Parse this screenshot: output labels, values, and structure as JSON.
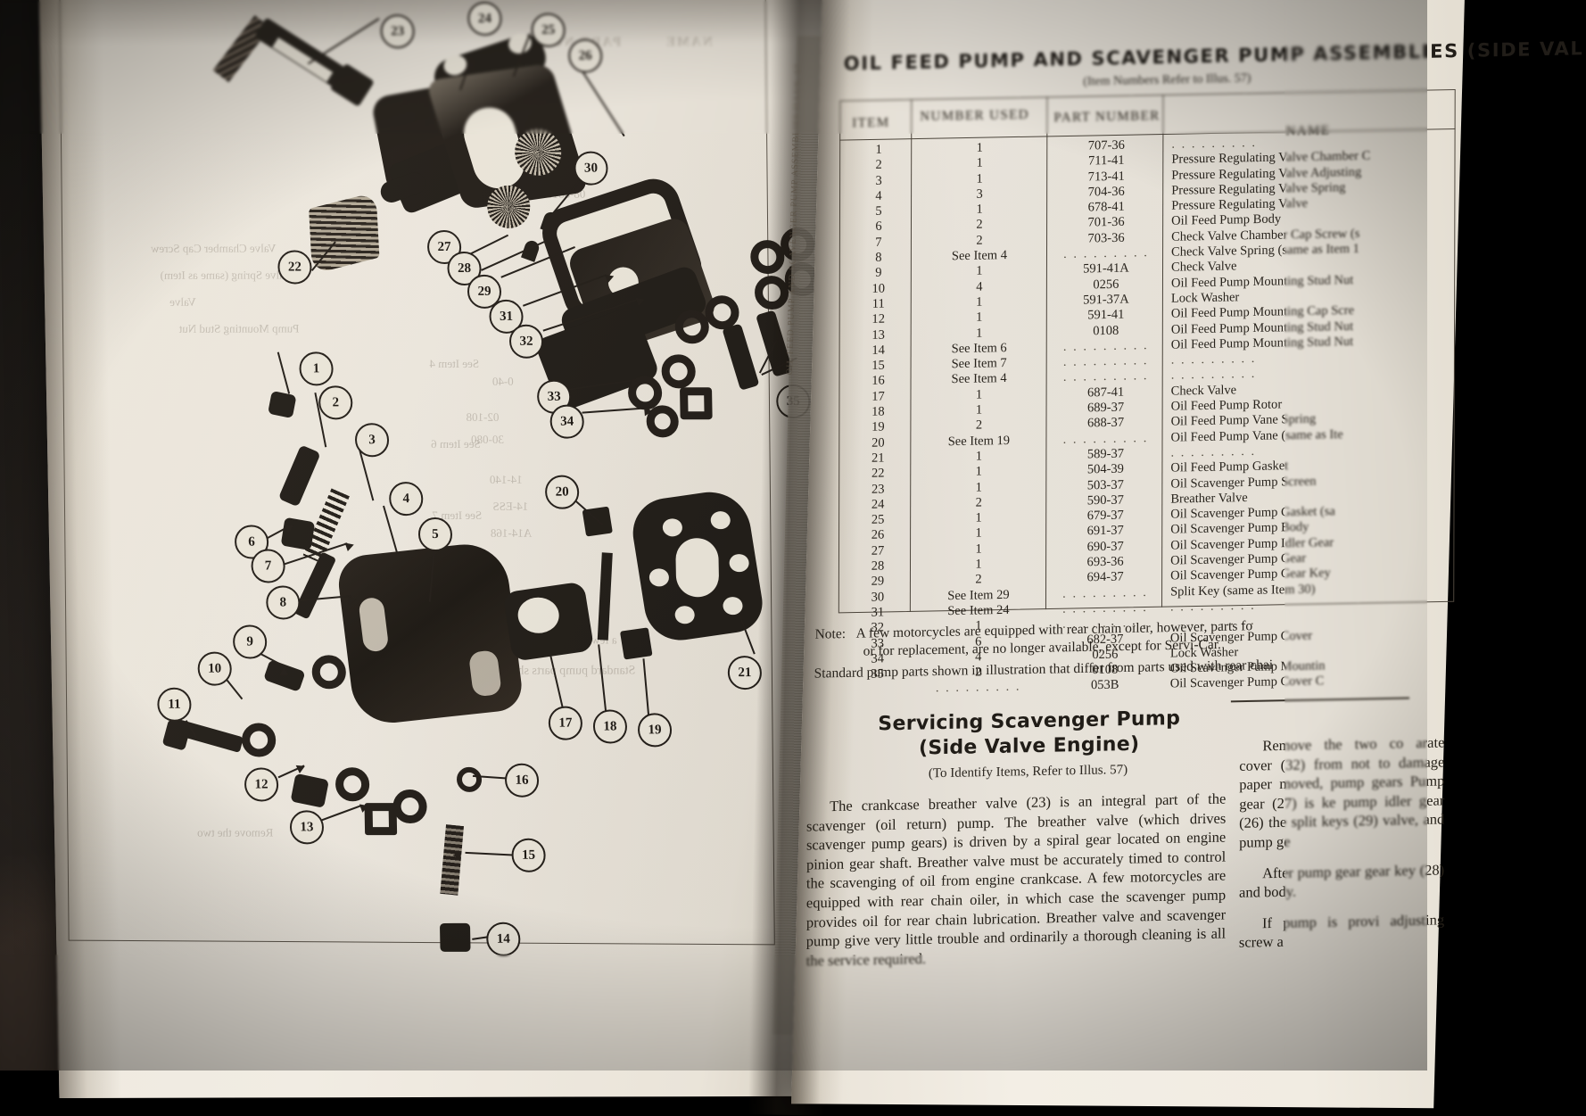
{
  "document": {
    "type": "service-manual-spread",
    "left_page": {
      "caption_type": "exploded-parts-illustration"
    },
    "right_page": {
      "title": "OIL FEED PUMP AND SCAVENGER PUMP ASSEMBLIES (SIDE VAL",
      "subtitle": "(Item Numbers Refer to Illus. 57)",
      "edge_text": "OIL FEED PUMP AND SCAVENGER PUMP ASSEMBLIES  ILLUS. 57"
    }
  },
  "table": {
    "headers": [
      "ITEM",
      "NUMBER USED",
      "PART NUMBER",
      "NAME"
    ],
    "rows": [
      {
        "item": "1",
        "number_used": "1",
        "part_number": "707-36",
        "name": ""
      },
      {
        "item": "2",
        "number_used": "1",
        "part_number": "711-41",
        "name": "Pressure Regulating Valve Chamber C"
      },
      {
        "item": "3",
        "number_used": "1",
        "part_number": "713-41",
        "name": "Pressure Regulating Valve Adjusting"
      },
      {
        "item": "4",
        "number_used": "3",
        "part_number": "704-36",
        "name": "Pressure Regulating Valve Spring"
      },
      {
        "item": "5",
        "number_used": "1",
        "part_number": "678-41",
        "name": "Pressure Regulating Valve"
      },
      {
        "item": "6",
        "number_used": "2",
        "part_number": "701-36",
        "name": "Oil Feed Pump Body"
      },
      {
        "item": "7",
        "number_used": "2",
        "part_number": "703-36",
        "name": "Check Valve Chamber Cap Screw (s"
      },
      {
        "item": "8",
        "number_used": "See Item 4",
        "part_number": "",
        "name": "Check Valve Spring (same as Item 1"
      },
      {
        "item": "9",
        "number_used": "1",
        "part_number": "591-41A",
        "name": "Check Valve"
      },
      {
        "item": "10",
        "number_used": "4",
        "part_number": "0256",
        "name": "Oil Feed Pump Mounting Stud Nut"
      },
      {
        "item": "11",
        "number_used": "1",
        "part_number": "591-37A",
        "name": "Lock Washer"
      },
      {
        "item": "12",
        "number_used": "1",
        "part_number": "591-41",
        "name": "Oil Feed Pump Mounting Cap Scre"
      },
      {
        "item": "13",
        "number_used": "1",
        "part_number": "0108",
        "name": "Oil Feed Pump Mounting Stud Nut"
      },
      {
        "item": "14",
        "number_used": "See Item 6",
        "part_number": "",
        "name": "Oil Feed Pump Mounting Stud Nut"
      },
      {
        "item": "15",
        "number_used": "See Item 7",
        "part_number": "",
        "name": ""
      },
      {
        "item": "16",
        "number_used": "See Item 4",
        "part_number": "",
        "name": ""
      },
      {
        "item": "17",
        "number_used": "1",
        "part_number": "687-41",
        "name": "Check Valve"
      },
      {
        "item": "18",
        "number_used": "1",
        "part_number": "689-37",
        "name": "Oil Feed Pump Rotor"
      },
      {
        "item": "19",
        "number_used": "2",
        "part_number": "688-37",
        "name": "Oil Feed Pump Vane Spring"
      },
      {
        "item": "20",
        "number_used": "See Item 19",
        "part_number": "",
        "name": "Oil Feed Pump Vane (same as Ite"
      },
      {
        "item": "21",
        "number_used": "1",
        "part_number": "589-37",
        "name": ""
      },
      {
        "item": "22",
        "number_used": "1",
        "part_number": "504-39",
        "name": "Oil Feed Pump Gasket"
      },
      {
        "item": "23",
        "number_used": "1",
        "part_number": "503-37",
        "name": "Oil Scavenger Pump Screen"
      },
      {
        "item": "24",
        "number_used": "2",
        "part_number": "590-37",
        "name": "Breather Valve"
      },
      {
        "item": "25",
        "number_used": "1",
        "part_number": "679-37",
        "name": "Oil Scavenger Pump Gasket (sa"
      },
      {
        "item": "26",
        "number_used": "1",
        "part_number": "691-37",
        "name": "Oil Scavenger Pump Body"
      },
      {
        "item": "27",
        "number_used": "1",
        "part_number": "690-37",
        "name": "Oil Scavenger Pump Idler Gear"
      },
      {
        "item": "28",
        "number_used": "1",
        "part_number": "693-36",
        "name": "Oil Scavenger Pump Gear"
      },
      {
        "item": "29",
        "number_used": "2",
        "part_number": "694-37",
        "name": "Oil Scavenger Pump Gear Key"
      },
      {
        "item": "30",
        "number_used": "See Item 29",
        "part_number": "",
        "name": "Split Key (same as Item 30)"
      },
      {
        "item": "31",
        "number_used": "See Item 24",
        "part_number": "",
        "name": ""
      },
      {
        "item": "32",
        "number_used": "1",
        "part_number": "",
        "name": ""
      },
      {
        "item": "33",
        "number_used": "6",
        "part_number": "682-37",
        "name": "Oil Scavenger Pump Cover"
      },
      {
        "item": "34",
        "number_used": "4",
        "part_number": "0256",
        "name": "Lock Washer"
      },
      {
        "item": "35",
        "number_used": "2",
        "part_number": "0108",
        "name": "Oil Scavenger Pump Mountin"
      },
      {
        "item": "",
        "number_used": "",
        "part_number": "053B",
        "name": "Oil Scavenger Pump Cover C"
      }
    ]
  },
  "note": {
    "label": "Note:",
    "line1": "A few motorcycles are equipped with rear chain oiler, however, parts fo",
    "line2": "or for replacement, are no longer available, except for Servi-Car.",
    "line3": "Standard pump parts shown in illustration that differ from parts used with rear chai"
  },
  "section": {
    "heading_line1": "Servicing Scavenger Pump",
    "heading_line2": "(Side Valve Engine)",
    "subheading": "(To Identify Items, Refer to Illus. 57)",
    "body_left": [
      "The crankcase breather valve (23) is an integral part of the scavenger (oil return) pump. The breather valve (which drives scavenger pump gears) is driven by a spiral gear located on engine pinion gear shaft. Breather valve must be accurately timed to control the scavenging of oil from engine crankcase. A few motorcycles are equipped with rear chain oiler, in which case the scavenger pump provides oil for rear chain lubrication. Breather valve and scavenger pump give very little trouble and ordinarily a thorough cleaning is all the service required."
    ],
    "body_right": [
      "Remove the two co arate cover (32) from not to damage paper moved, pump gears Pump gear (27) is ke pump idler gear (26) the split keys (29) valve, and pump ge",
      "After pump gear gear key (28) and body.",
      "If pump is provi adjusting screw a"
    ]
  },
  "diagram": {
    "callouts": [
      {
        "n": "1"
      },
      {
        "n": "2"
      },
      {
        "n": "3"
      },
      {
        "n": "4"
      },
      {
        "n": "5"
      },
      {
        "n": "6"
      },
      {
        "n": "7"
      },
      {
        "n": "8"
      },
      {
        "n": "9"
      },
      {
        "n": "10"
      },
      {
        "n": "11"
      },
      {
        "n": "12"
      },
      {
        "n": "13"
      },
      {
        "n": "14"
      },
      {
        "n": "15"
      },
      {
        "n": "16"
      },
      {
        "n": "17"
      },
      {
        "n": "18"
      },
      {
        "n": "19"
      },
      {
        "n": "20"
      },
      {
        "n": "21"
      },
      {
        "n": "22"
      },
      {
        "n": "23"
      },
      {
        "n": "24"
      },
      {
        "n": "25"
      },
      {
        "n": "26"
      },
      {
        "n": "27"
      },
      {
        "n": "28"
      },
      {
        "n": "29"
      },
      {
        "n": "30"
      },
      {
        "n": "31"
      },
      {
        "n": "32"
      },
      {
        "n": "33"
      },
      {
        "n": "34"
      },
      {
        "n": "35"
      }
    ]
  },
  "colors": {
    "page": "#efeade",
    "ink": "#241f1a",
    "desk": "#100e0c"
  }
}
